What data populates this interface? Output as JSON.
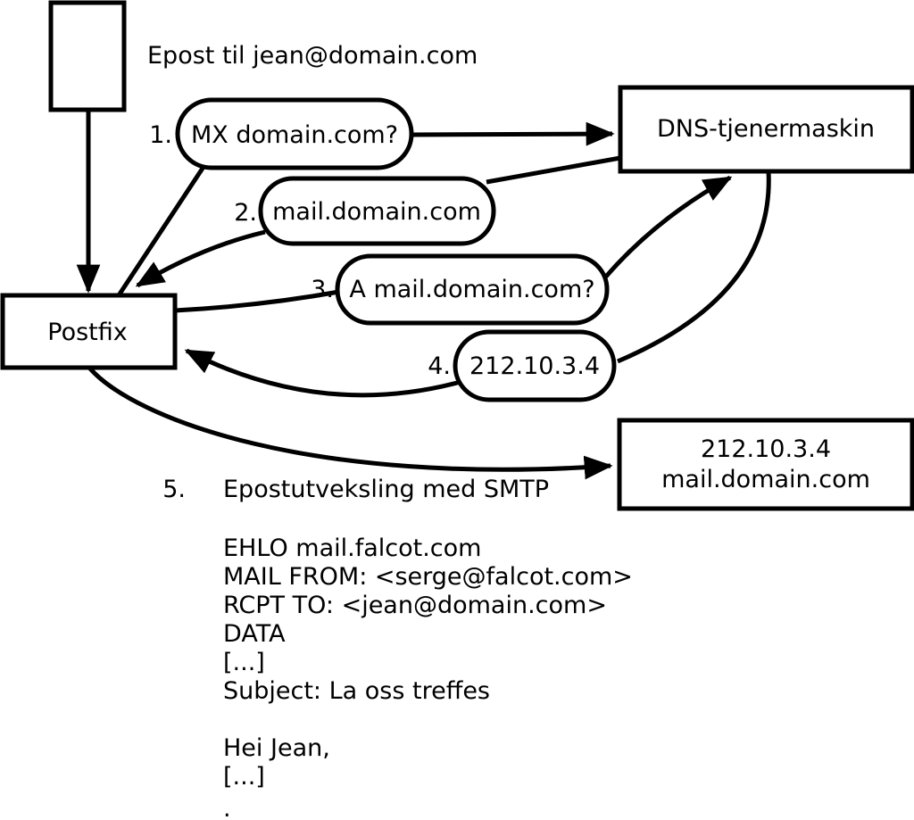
{
  "diagram": {
    "note": "Epost til jean@domain.com",
    "nodes": {
      "postfix": "Postfix",
      "dns_server": "DNS-tjenermaskin",
      "mail_server_line1": "212.10.3.4",
      "mail_server_line2": "mail.domain.com"
    },
    "steps": [
      {
        "num": "1.",
        "label": "MX domain.com?"
      },
      {
        "num": "2.",
        "label": "mail.domain.com"
      },
      {
        "num": "3.",
        "label": "A mail.domain.com?"
      },
      {
        "num": "4.",
        "label": "212.10.3.4"
      },
      {
        "num": "5.",
        "label": "Epostutveksling med SMTP"
      }
    ],
    "smtp_session": [
      "EHLO mail.falcot.com",
      "MAIL FROM: <serge@falcot.com>",
      "RCPT TO: <jean@domain.com>",
      "DATA",
      "[...]",
      "Subject: La oss treffes",
      "Hei Jean,",
      "[...]",
      "."
    ],
    "colors": {
      "stroke": "#000000",
      "background": "#ffffff"
    }
  }
}
